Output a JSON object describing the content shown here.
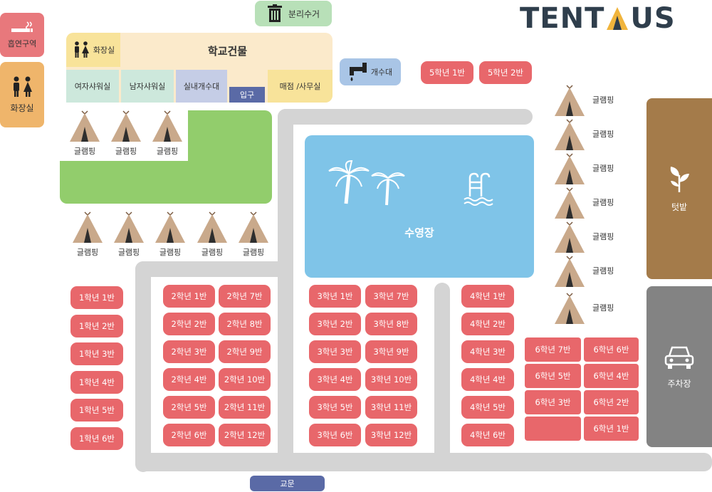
{
  "logo": {
    "text_left": "TENT",
    "text_right": "US",
    "color": "#2f3e4c",
    "accent": "#f0b43c"
  },
  "facilities": {
    "smoking": "흡연구역",
    "restroom_left": "화장실",
    "recycle": "분리수거",
    "restroom_top": "화장실",
    "school_building": "학교건물",
    "women_shower": "여자샤워실",
    "men_shower": "남자샤워실",
    "indoor_sink": "실내개수대",
    "entrance": "입구",
    "store_office": "매점 /사무실",
    "outdoor_sink": "개수대",
    "pool": "수영장",
    "garden": "텃밭",
    "parking": "주차장",
    "school_gate": "교문"
  },
  "glamping_label": "글램핑",
  "grade5": [
    "5학년 1반",
    "5학년 2반"
  ],
  "grade1": [
    "1학년 1반",
    "1학년 2반",
    "1학년 3반",
    "1학년 4반",
    "1학년 5반",
    "1학년 6반"
  ],
  "grade2_left": [
    "2학년 1반",
    "2학년 2반",
    "2학년 3반",
    "2학년 4반",
    "2학년 5반",
    "2학년 6반"
  ],
  "grade2_right": [
    "2학년 7반",
    "2학년 8반",
    "2학년 9반",
    "2학년 10반",
    "2학년 11반",
    "2학년 12반"
  ],
  "grade3_left": [
    "3학년 1반",
    "3학년 2반",
    "3학년 3반",
    "3학년 4반",
    "3학년 5반",
    "3학년 6반"
  ],
  "grade3_right": [
    "3학년 7반",
    "3학년 8반",
    "3학년 9반",
    "3학년 10반",
    "3학년 11반",
    "3학년 12반"
  ],
  "grade4": [
    "4학년 1반",
    "4학년 2반",
    "4학년 3반",
    "4학년 4반",
    "4학년 5반",
    "4학년 6반"
  ],
  "grade6_left": [
    "6학년 7반",
    "6학년 5반",
    "6학년 3반",
    ""
  ],
  "grade6_right": [
    "6학년 6반",
    "6학년 4반",
    "6학년 2반",
    "6학년 1반"
  ],
  "colors": {
    "class_red": "#e8676b",
    "building_cream": "#fbeacb",
    "shower_mint": "#cde8dc",
    "sink_lavender": "#c5cde6",
    "entrance_navy": "#5a6aa6",
    "store_yellow": "#f8e39a",
    "green_field": "#92cd6c",
    "pool_blue": "#7fc4e8",
    "garden_brown": "#a47b4a",
    "parking_gray": "#838383",
    "road_gray": "#d4d4d4",
    "smoking_pink": "#e8787c",
    "restroom_orange": "#efb56b",
    "recycle_green": "#b8e0b8",
    "outdoor_sink_blue": "#a9c5e6",
    "gate_navy": "#5a6aa6",
    "tent_tan": "#c9a98b"
  }
}
